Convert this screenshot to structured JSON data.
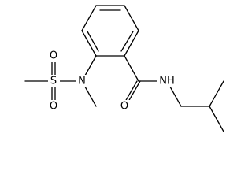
{
  "structure": {
    "atom_labels": {
      "s": "S",
      "o_top": "O",
      "o_bottom": "O",
      "n_sulfonamide": "N",
      "o_carbonyl": "O",
      "nh_amide": "NH"
    }
  },
  "colors": {
    "bond": "#000000",
    "text": "#000000",
    "background": "#ffffff"
  }
}
